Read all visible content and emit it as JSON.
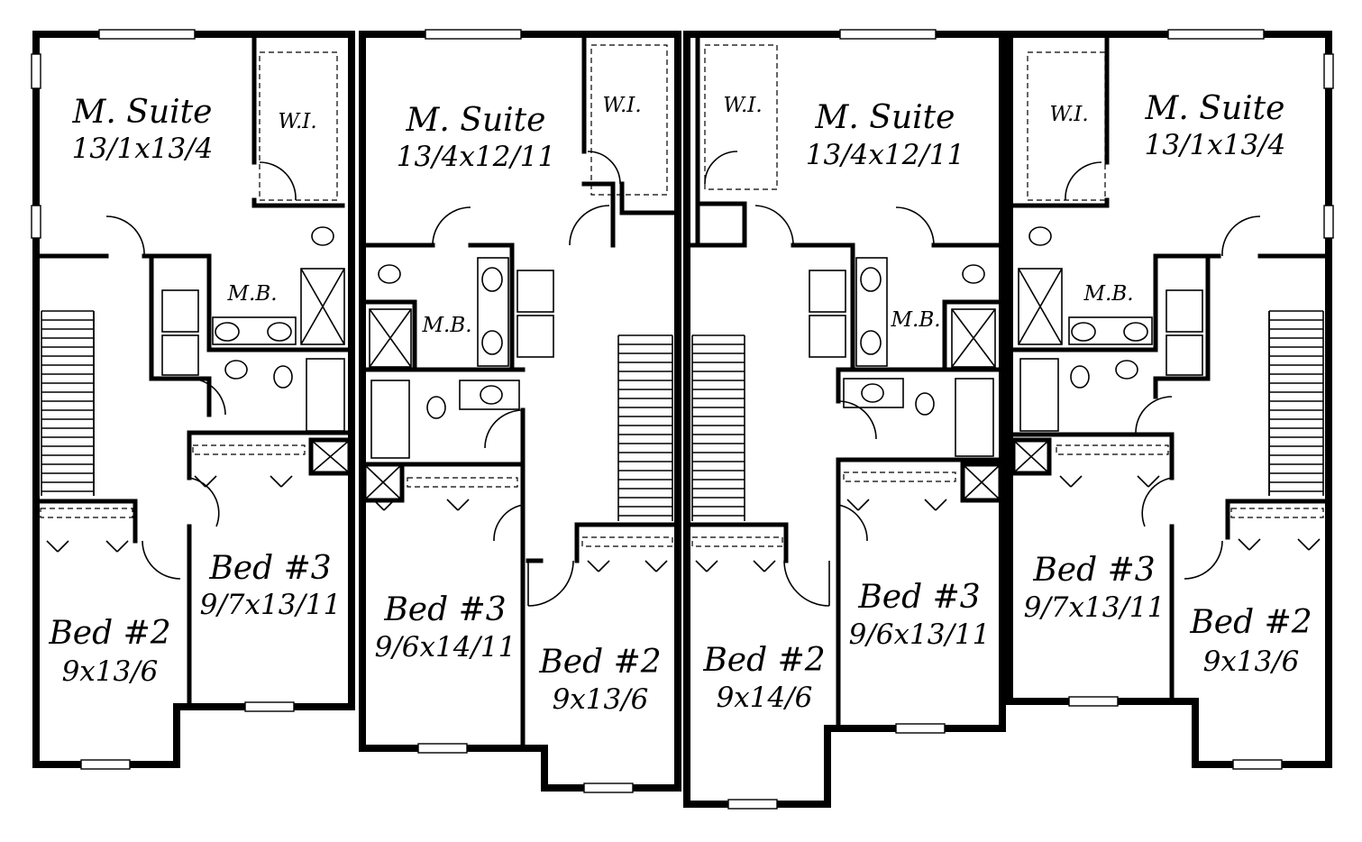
{
  "units": [
    {
      "suite_name": "M. Suite",
      "suite_size": "13/1x13/4",
      "wi": "W.I.",
      "mb": "M.B.",
      "bed3_name": "Bed #3",
      "bed3_size": "9/7x13/11",
      "bed2_name": "Bed #2",
      "bed2_size": "9x13/6"
    },
    {
      "suite_name": "M. Suite",
      "suite_size": "13/4x12/11",
      "wi": "W.I.",
      "mb": "M.B.",
      "bed3_name": "Bed #3",
      "bed3_size": "9/6x14/11",
      "bed2_name": "Bed #2",
      "bed2_size": "9x13/6"
    },
    {
      "suite_name": "M. Suite",
      "suite_size": "13/4x12/11",
      "wi": "W.I.",
      "mb": "M.B.",
      "bed3_name": "Bed #3",
      "bed3_size": "9/6x13/11",
      "bed2_name": "Bed #2",
      "bed2_size": "9x14/6"
    },
    {
      "suite_name": "M. Suite",
      "suite_size": "13/1x13/4",
      "wi": "W.I.",
      "mb": "M.B.",
      "bed3_name": "Bed #3",
      "bed3_size": "9/7x13/11",
      "bed2_name": "Bed #2",
      "bed2_size": "9x13/6"
    }
  ]
}
